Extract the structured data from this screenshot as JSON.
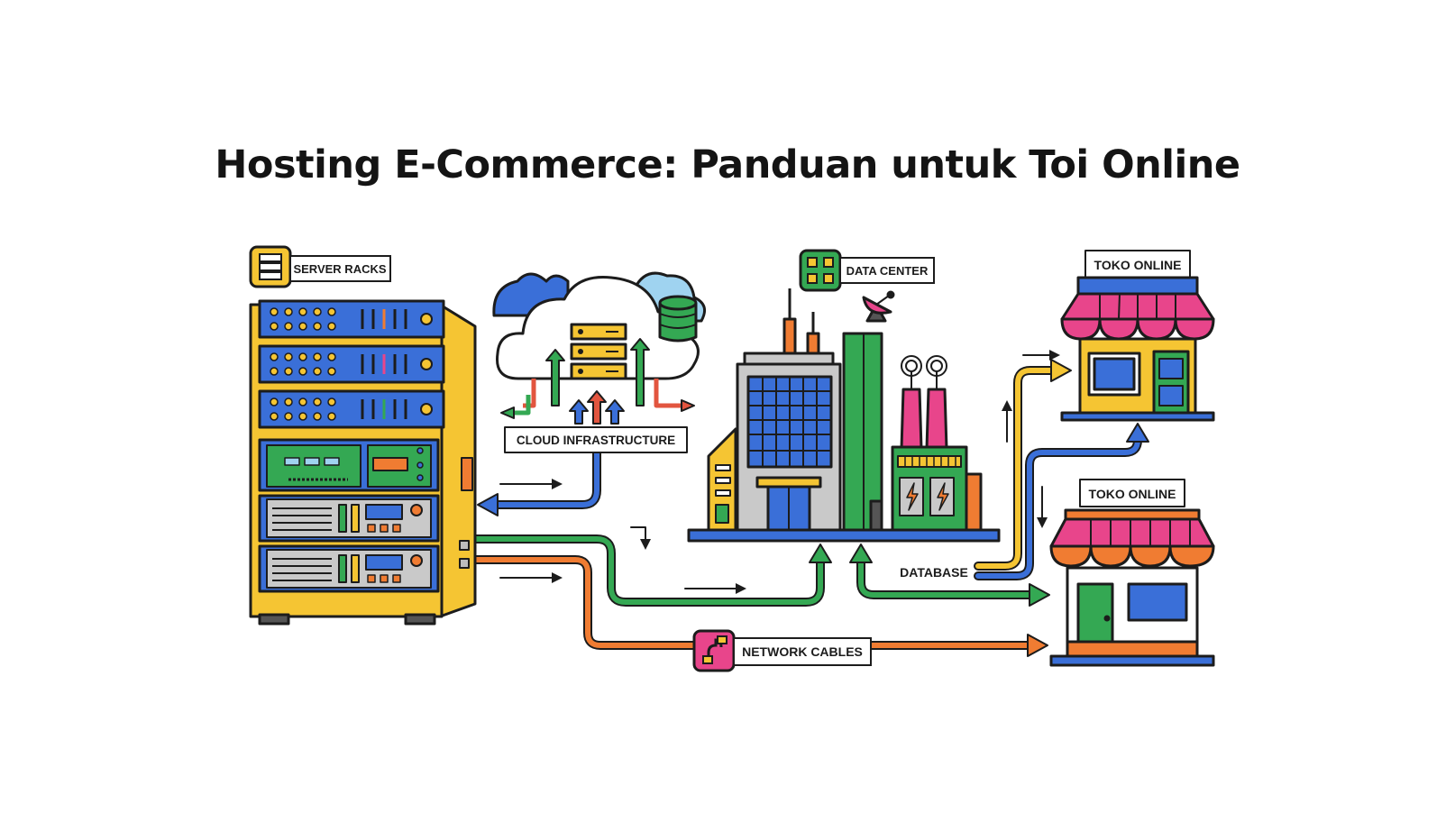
{
  "title": "Hosting E-Commerce: Panduan untuk Toi Online",
  "labels": {
    "server_racks": "SERVER RACKS",
    "cloud_infrastructure": "CLOUD INFRASTRUCTURE",
    "data_center": "DATA CENTER",
    "toko_online_top": "TOKO ONLINE",
    "toko_online_bottom": "TOKO ONLINE",
    "database": "DATABASE",
    "network_cables": "NETWORK CABLES"
  },
  "colors": {
    "outline": "#1c1c1c",
    "blue": "#3a6fd8",
    "yellow": "#f5c533",
    "green": "#34a853",
    "orange": "#f07c32",
    "red": "#e2553f",
    "pink": "#e8458b",
    "gray": "#c9c9c9",
    "sky": "#9fd3f0"
  }
}
